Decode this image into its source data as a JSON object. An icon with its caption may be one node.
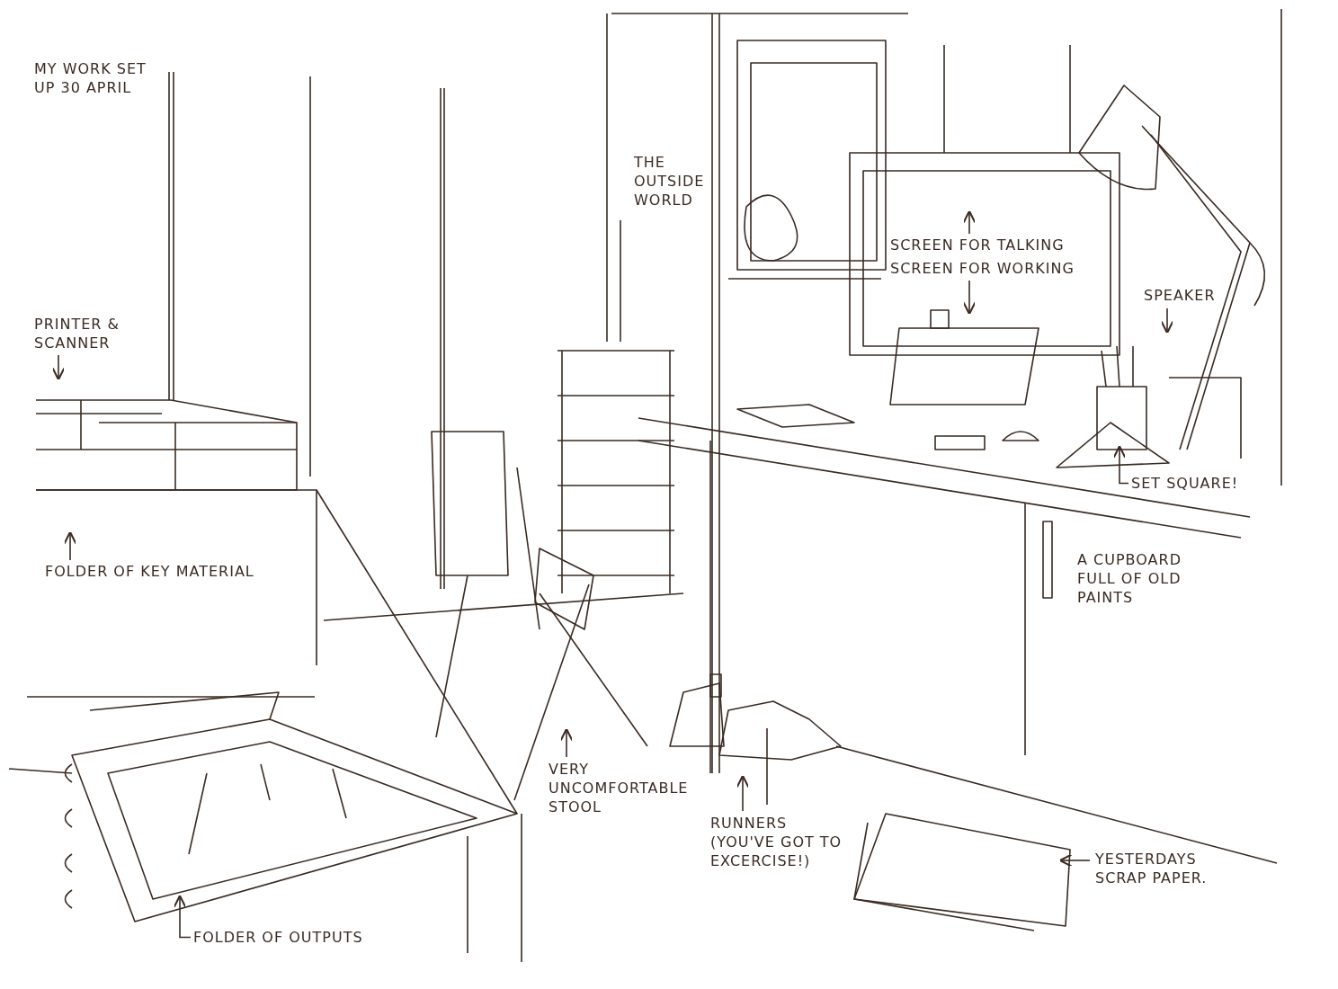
{
  "diagram": {
    "title": "MY WORK SET UP 30 APRIL",
    "nodes": [
      {
        "text": [
          "PRINTER & SCANNER"
        ]
      },
      {
        "text": [
          "FOLDER OF KEY MATERIAL"
        ]
      },
      {
        "text": [
          "SCREEN FOR TALKING"
        ]
      },
      {
        "text": [
          "SCREEN FOR WORKING"
        ]
      },
      {
        "text": [
          "SPEAKER"
        ]
      },
      {
        "text": [
          "SET SQUARE!"
        ]
      },
      {
        "text": [
          "VERY UNCOMFORTABLE STOOL"
        ]
      },
      {
        "text": [
          "RUNNERS (YOU'VE GOT TO EXCERCISE!)"
        ]
      },
      {
        "text": [
          "YESTERDAYS SCRAP PAPER."
        ]
      },
      {
        "text": [
          "FOLDER OF OUTPUTS"
        ]
      }
    ],
    "edges": [
      {
        "from": 0,
        "to": null,
        "arrow": "to"
      },
      {
        "from": 1,
        "to": null,
        "arrow": "to"
      },
      {
        "from": 2,
        "to": null,
        "arrow": "to"
      },
      {
        "from": 3,
        "to": null,
        "arrow": "to"
      },
      {
        "from": 4,
        "to": null,
        "arrow": "to"
      },
      {
        "from": 5,
        "to": null,
        "arrow": "to"
      },
      {
        "from": 6,
        "to": null,
        "arrow": "to"
      },
      {
        "from": 7,
        "to": null,
        "arrow": "to"
      },
      {
        "from": 8,
        "to": null,
        "arrow": "to"
      },
      {
        "from": 9,
        "to": null,
        "arrow": "to"
      }
    ],
    "labels": [
      "THE OUTSIDE WORLD",
      "A CUPBOARD FULL OF OLD PAINTS"
    ]
  }
}
